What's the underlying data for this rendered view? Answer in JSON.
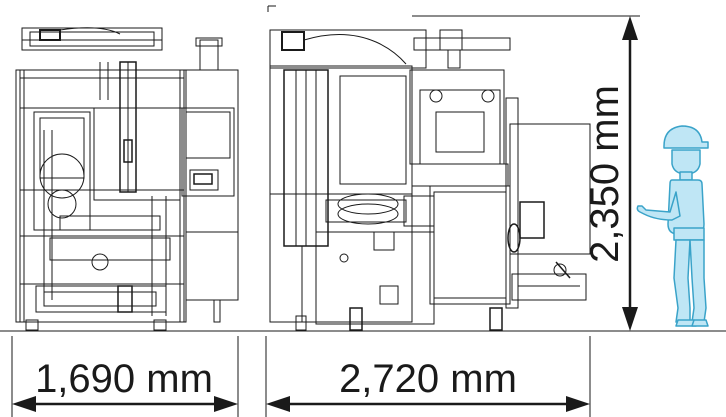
{
  "dimensions": {
    "width_front": "1,690 mm",
    "width_side": "2,720 mm",
    "height": "2,350 mm"
  },
  "colors": {
    "line": "#1a1a1a",
    "person_fill": "#bfe6f5",
    "person_stroke": "#3aa3c9",
    "background": "#ffffff"
  },
  "icons": {
    "person": "operator-figure-icon",
    "arrow": "dimension-arrow-icon"
  }
}
